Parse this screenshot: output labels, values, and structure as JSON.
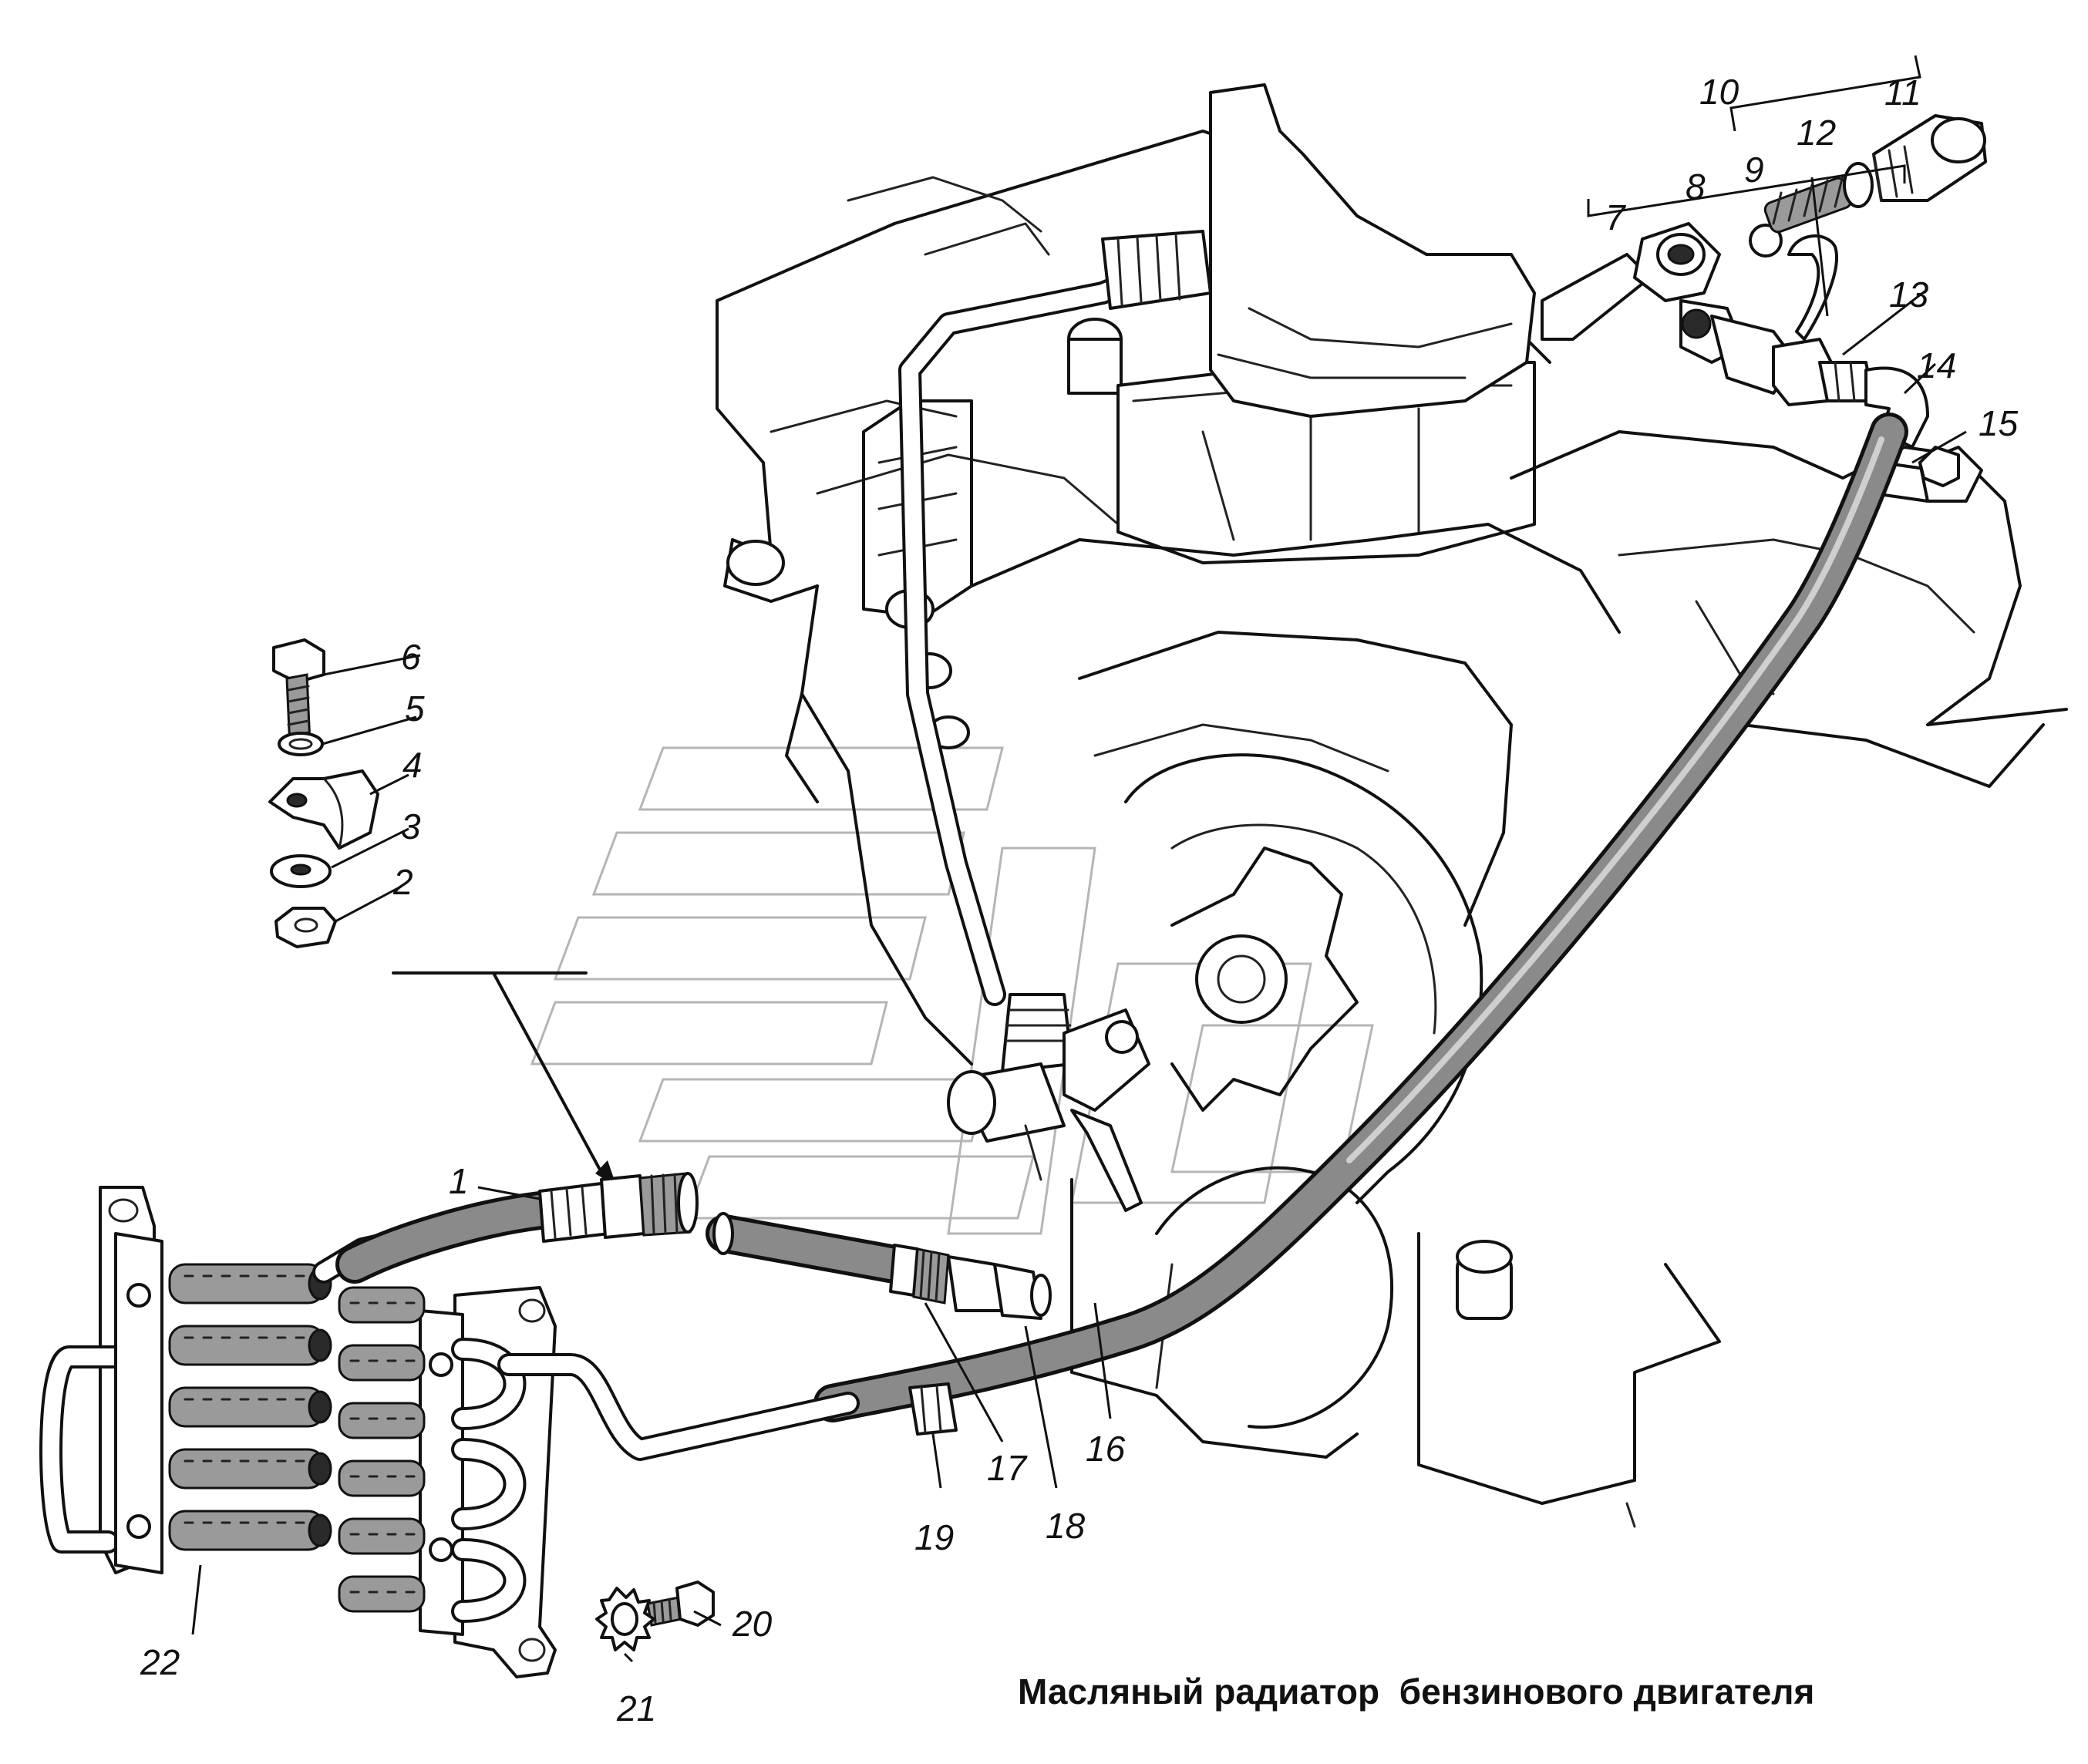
{
  "caption": "Масляный радиатор  бензинового двигателя",
  "callouts": [
    "1",
    "2",
    "3",
    "4",
    "5",
    "6",
    "7",
    "8",
    "9",
    "10",
    "11",
    "12",
    "13",
    "14",
    "15",
    "16",
    "17",
    "18",
    "19",
    "20",
    "21",
    "22"
  ]
}
